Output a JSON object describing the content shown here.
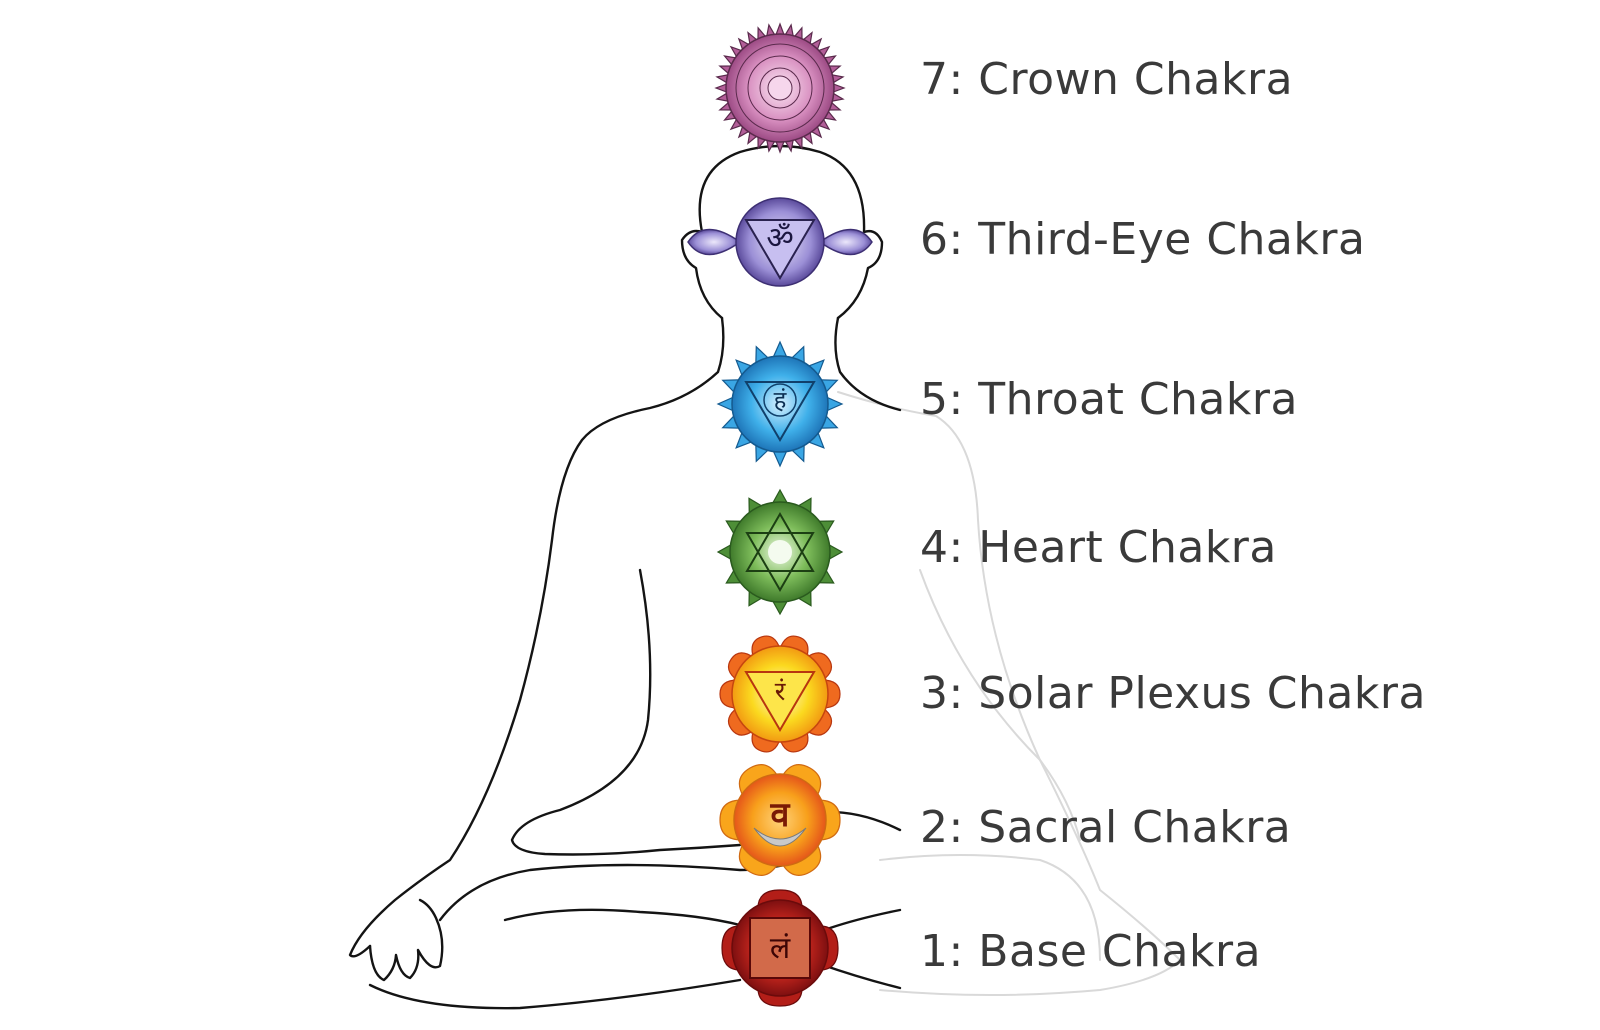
{
  "chakras": [
    {
      "label": "7: Crown Chakra",
      "glyph": "",
      "color": "#c97fb4"
    },
    {
      "label": "6: Third-Eye Chakra",
      "glyph": "ॐ",
      "color": "#7d72b8"
    },
    {
      "label": "5: Throat Chakra",
      "glyph": "हं",
      "color": "#2fa0dc"
    },
    {
      "label": "4: Heart Chakra",
      "glyph": "",
      "color": "#5f9e45"
    },
    {
      "label": "3: Solar Plexus Chakra",
      "glyph": "रं",
      "color": "#f6c21a"
    },
    {
      "label": "2: Sacral Chakra",
      "glyph": "व",
      "color": "#f28c1c"
    },
    {
      "label": "1: Base Chakra",
      "glyph": "लं",
      "color": "#a51c1c"
    }
  ]
}
